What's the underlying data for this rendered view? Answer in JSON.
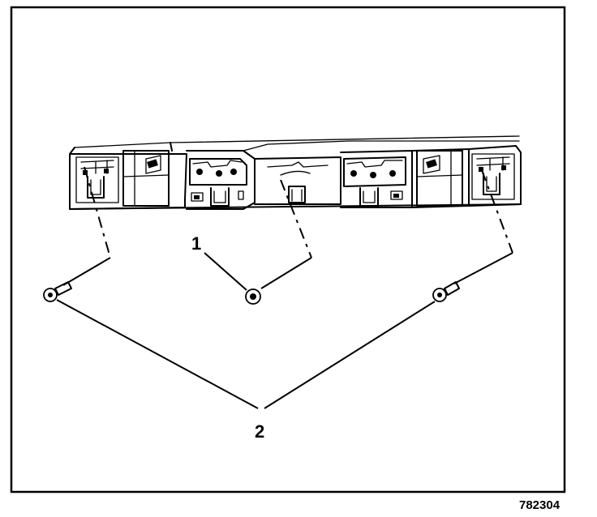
{
  "callouts": {
    "nut": "1",
    "bolts": "2"
  },
  "figure_id": "782304",
  "colors": {
    "ink": "#000000",
    "paper": "#ffffff"
  }
}
